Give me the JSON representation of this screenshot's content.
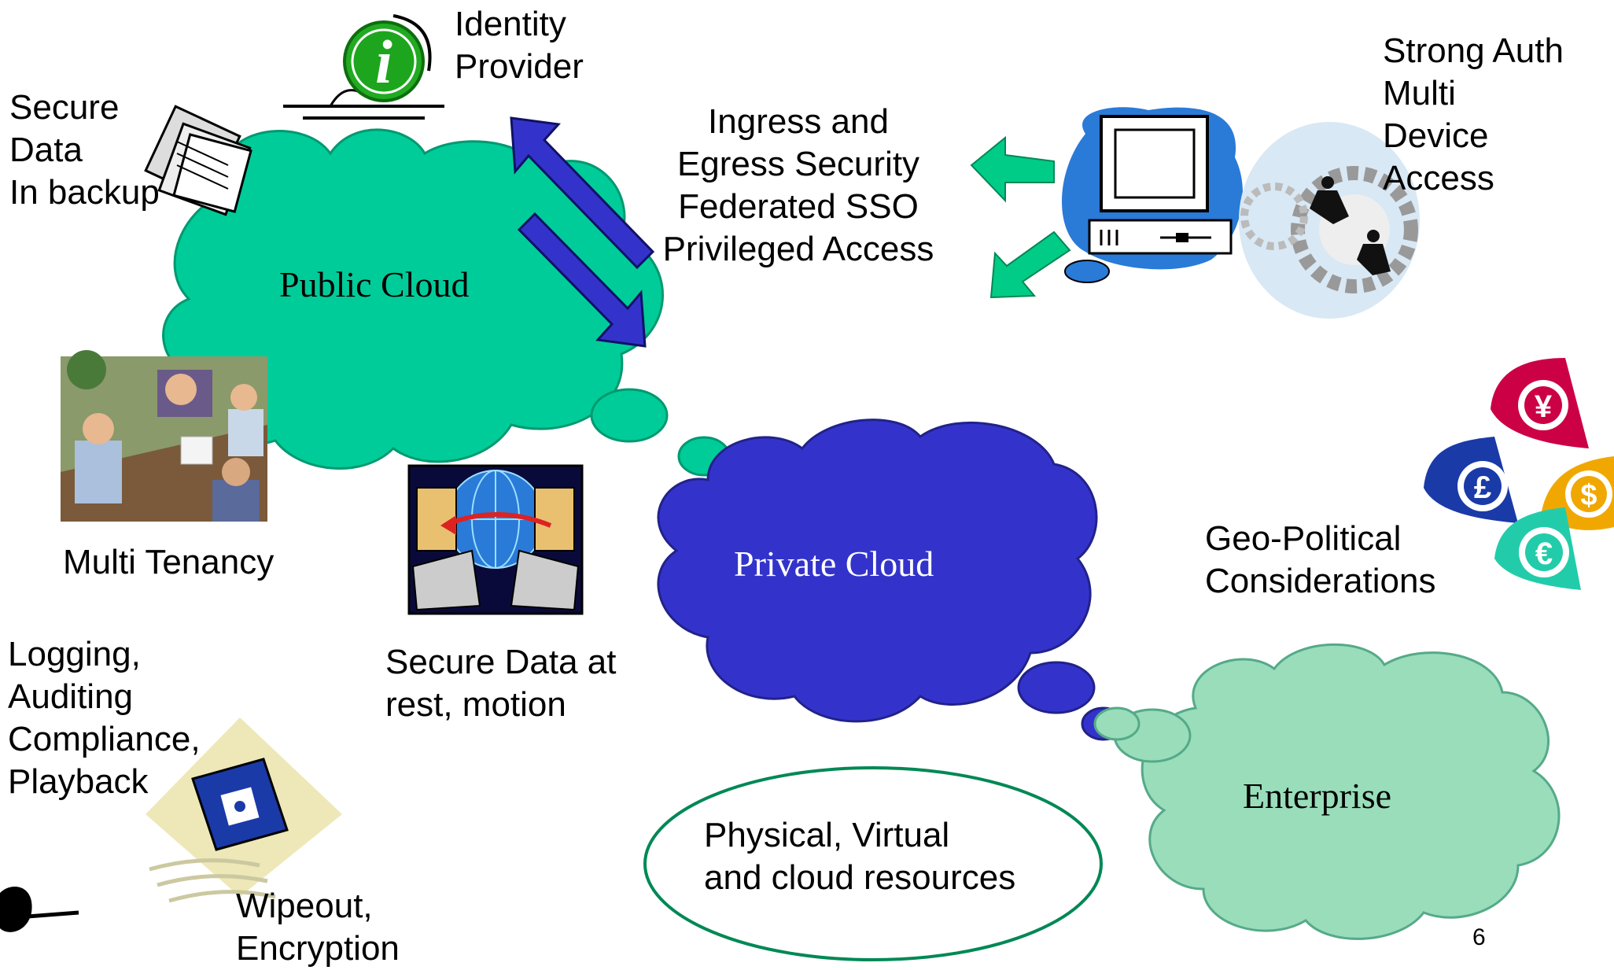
{
  "labels": {
    "identity_provider": [
      "Identity",
      "Provider"
    ],
    "secure_backup": [
      "Secure",
      "Data",
      "In backup"
    ],
    "ingress": [
      "Ingress and",
      "Egress Security",
      "Federated SSO",
      "Privileged Access"
    ],
    "strong_auth": [
      "Strong Auth",
      "Multi",
      "Device",
      "Access"
    ],
    "multi_tenancy": "Multi Tenancy",
    "secure_rest": [
      "Secure Data at",
      "rest, motion"
    ],
    "geo_political": [
      "Geo-Political",
      "Considerations"
    ],
    "logging": [
      "Logging,",
      "Auditing",
      "Compliance,",
      "Playback"
    ],
    "wipeout": [
      "Wipeout,",
      "Encryption"
    ],
    "physical_virtual": [
      "Physical, Virtual",
      "and cloud resources"
    ]
  },
  "clouds": {
    "public": "Public Cloud",
    "private": "Private Cloud",
    "enterprise": "Enterprise"
  },
  "currency": {
    "yen": "¥",
    "pound": "£",
    "dollar": "$",
    "euro": "€"
  },
  "info_glyph": "i",
  "page_number": "6",
  "colors": {
    "public_cloud": "#00cc99",
    "private_cloud": "#3333cc",
    "enterprise_cloud": "#99ddbb",
    "arrow_blue": "#3333cc",
    "arrow_green": "#00cc88",
    "yen": "#cc0044",
    "pound": "#1a3aa8",
    "dollar": "#f0a800",
    "euro": "#22ccaa"
  }
}
